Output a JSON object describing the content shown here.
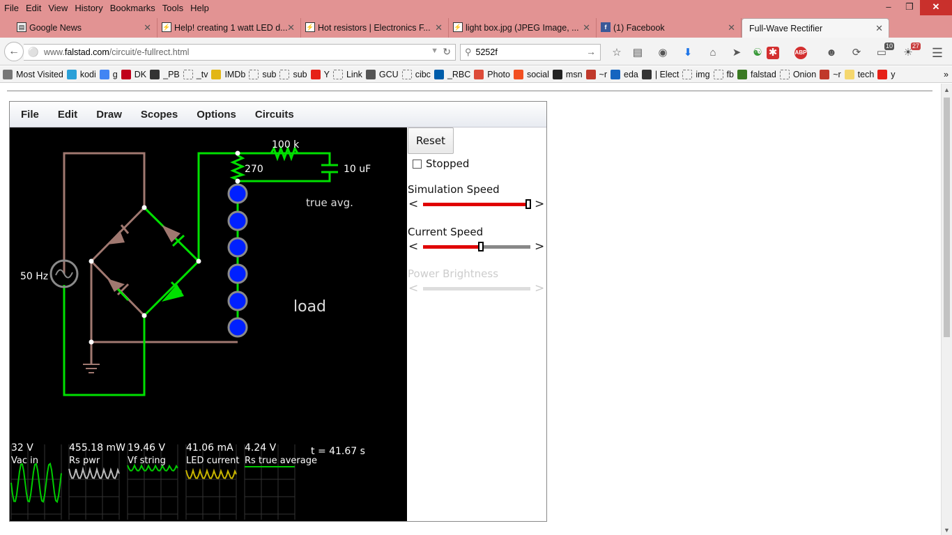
{
  "menubar": {
    "items": [
      "File",
      "Edit",
      "View",
      "History",
      "Bookmarks",
      "Tools",
      "Help"
    ]
  },
  "tabs": [
    {
      "label": "Google News",
      "icon": "newspaper-icon"
    },
    {
      "label": "Help! creating 1 watt LED d...",
      "icon": "circuit-icon"
    },
    {
      "label": "Hot resistors | Electronics F...",
      "icon": "circuit-icon"
    },
    {
      "label": "light box.jpg (JPEG Image, ...",
      "icon": "circuit-icon"
    },
    {
      "label": "(1) Facebook",
      "icon": "facebook-icon"
    },
    {
      "label": "Full-Wave Rectifier",
      "icon": "none",
      "active": true
    }
  ],
  "nav": {
    "url_prefix": "www.",
    "url_host": "falstad.com",
    "url_path": "/circuit/e-fullrect.html",
    "search_query": "5252f",
    "badges": {
      "notifications": "10",
      "weather": "27"
    }
  },
  "bookmarks": [
    {
      "label": "Most Visited",
      "color": "#777"
    },
    {
      "label": "kodi",
      "color": "#2aa0d8"
    },
    {
      "label": "g",
      "color": "#4285f4"
    },
    {
      "label": "DK",
      "color": "#c0001a"
    },
    {
      "label": "_PB",
      "color": "#333"
    },
    {
      "label": "_tv",
      "color": "outline"
    },
    {
      "label": "IMDb",
      "color": "#e2b616"
    },
    {
      "label": "sub",
      "color": "outline"
    },
    {
      "label": "sub",
      "color": "outline"
    },
    {
      "label": "Y",
      "color": "#e62117"
    },
    {
      "label": "Link",
      "color": "outline"
    },
    {
      "label": "GCU",
      "color": "#555"
    },
    {
      "label": "cibc",
      "color": "outline"
    },
    {
      "label": "_RBC",
      "color": "#005daa"
    },
    {
      "label": "Photo",
      "color": "#dd4b39"
    },
    {
      "label": "social",
      "color": "#f25022"
    },
    {
      "label": "msn",
      "color": "#222"
    },
    {
      "label": "~r",
      "color": "#c0392b"
    },
    {
      "label": "eda",
      "color": "#1565c0"
    },
    {
      "label": "| Elect",
      "color": "#333"
    },
    {
      "label": "img",
      "color": "outline"
    },
    {
      "label": "fb",
      "color": "outline"
    },
    {
      "label": "falstad",
      "color": "#3a7a22"
    },
    {
      "label": "Onion",
      "color": "outline"
    },
    {
      "label": "~r",
      "color": "#c0392b"
    },
    {
      "label": "tech",
      "color": "#f5d76e"
    },
    {
      "label": "y",
      "color": "#e62117"
    }
  ],
  "applet": {
    "menu": [
      "File",
      "Edit",
      "Draw",
      "Scopes",
      "Options",
      "Circuits"
    ],
    "circuit_labels": {
      "r_top": "100 k",
      "r_shunt": "270",
      "cap": "10 uF",
      "avg": "true avg.",
      "load": "load",
      "source": "50 Hz"
    },
    "scopes": [
      {
        "value": "32 V",
        "name": "Vac in",
        "color": "#00cc00"
      },
      {
        "value": "455.18 mW",
        "name": "Rs pwr",
        "color": "#bbbbbb"
      },
      {
        "value": "19.46 V",
        "name": "Vf string",
        "color": "#00cc00"
      },
      {
        "value": "41.06 mA",
        "name": "LED current",
        "color": "#c8b400"
      },
      {
        "value": "4.24 V",
        "name": "Rs true average",
        "color": "#00cc00"
      }
    ],
    "time": "t = 41.67 s"
  },
  "panel": {
    "reset": "Reset",
    "stopped": "Stopped",
    "sim_speed": {
      "label": "Simulation Speed",
      "level": 0.98
    },
    "current_speed": {
      "label": "Current Speed",
      "level": 0.54
    },
    "power_brightness": {
      "label": "Power Brightness",
      "level": 0.0,
      "disabled": true
    }
  }
}
